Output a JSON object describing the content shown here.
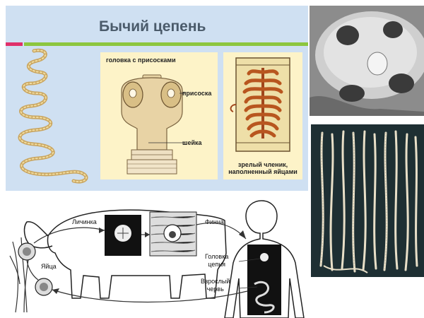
{
  "slide": {
    "title": "Бычий цепень",
    "head_panel": {
      "header": "головка с присосками",
      "sucker_label": "присоска",
      "neck_label": "шейка"
    },
    "segment_panel": {
      "caption_line1": "зрелый членик,",
      "caption_line2": "наполненный яйцами"
    },
    "life_cycle": {
      "larva_label": "Личинка",
      "finna_label": "Финна",
      "eggs_label": "Яйца",
      "head_line1": "Головка",
      "head_line2": "цепня",
      "adult_line1": "Взрослый",
      "adult_line2": "червь"
    }
  },
  "colors": {
    "banner": "#cfe0f2",
    "accent_pink": "#e0306a",
    "accent_green": "#8cc63f",
    "panel_cream": "#fdf3c8",
    "photo_dark": "#1e2f33"
  }
}
